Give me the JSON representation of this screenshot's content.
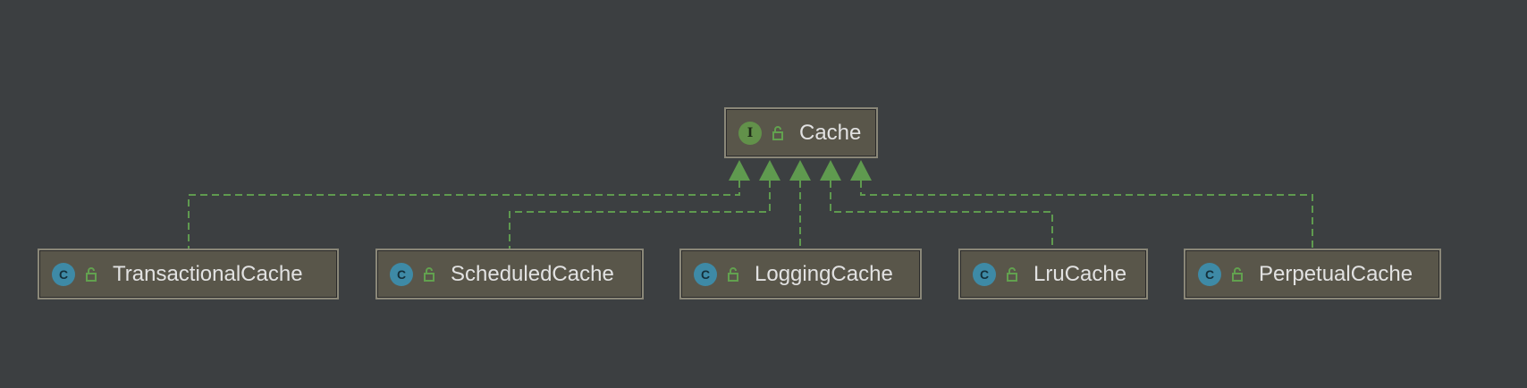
{
  "diagram": {
    "root": {
      "name": "Cache",
      "kind": "interface",
      "kind_letter": "I"
    },
    "children": [
      {
        "name": "TransactionalCache",
        "kind": "class",
        "kind_letter": "C"
      },
      {
        "name": "ScheduledCache",
        "kind": "class",
        "kind_letter": "C"
      },
      {
        "name": "LoggingCache",
        "kind": "class",
        "kind_letter": "C"
      },
      {
        "name": "LruCache",
        "kind": "class",
        "kind_letter": "C"
      },
      {
        "name": "PerpetualCache",
        "kind": "class",
        "kind_letter": "C"
      }
    ],
    "edge_style": "dashed-implements",
    "colors": {
      "background": "#3c3f41",
      "edge": "#5f9a4f",
      "interface_badge": "#62914a",
      "class_badge": "#3e8aa6",
      "node_fill": "#59564a"
    },
    "icons": {
      "visibility": "unlocked-padlock-icon"
    }
  }
}
